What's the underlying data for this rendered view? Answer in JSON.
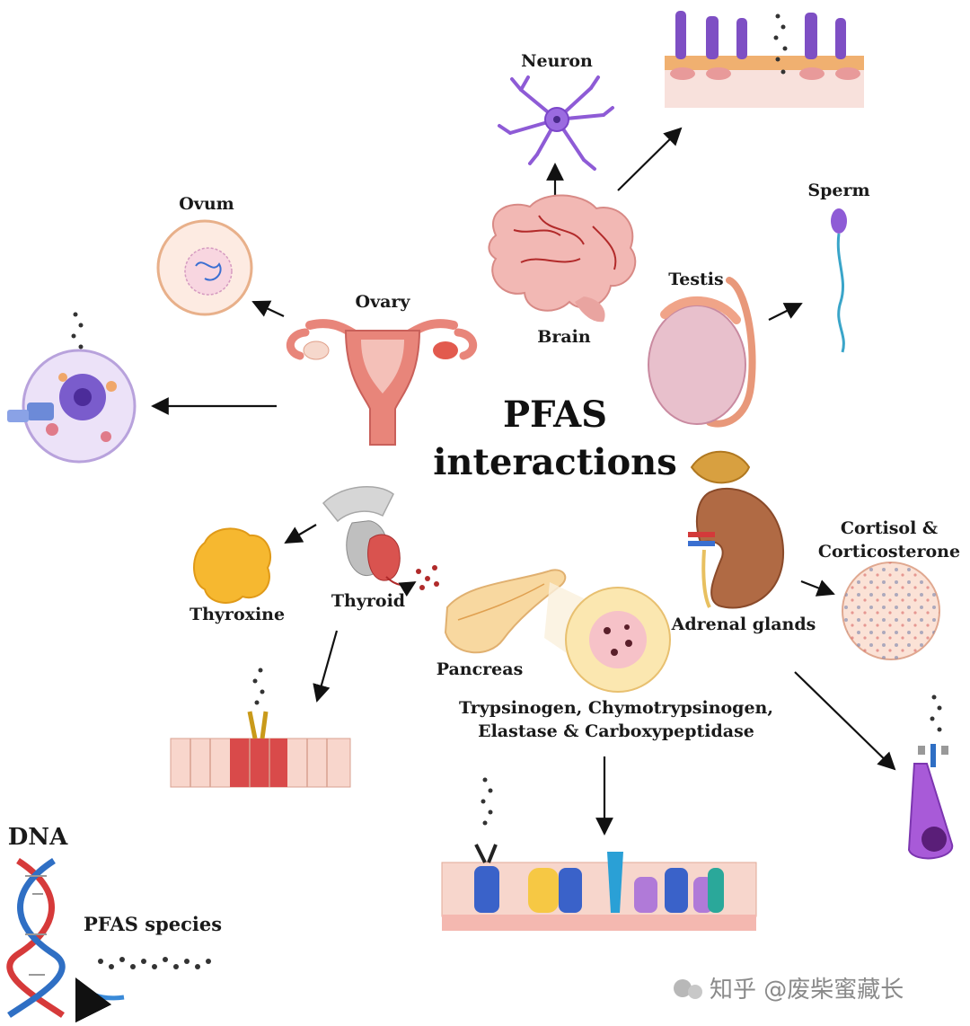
{
  "title": {
    "line1": "PFAS",
    "line2": "interactions"
  },
  "labels": {
    "neuron": "Neuron",
    "brain": "Brain",
    "ovum": "Ovum",
    "ovary": "Ovary",
    "sperm": "Sperm",
    "testis": "Testis",
    "thyroxine": "Thyroxine",
    "thyroid": "Thyroid",
    "cortisol_line1": "Cortisol &",
    "cortisol_line2": "Corticosterone",
    "adrenal": "Adrenal glands",
    "pancreas": "Pancreas",
    "enzymes_line1": "Trypsinogen, Chymotrypsinogen,",
    "enzymes_line2": "Elastase & Carboxypeptidase",
    "dna": "DNA",
    "pfas_species": "PFAS species"
  },
  "watermark": "知乎 @废柴蜜藏长",
  "colors": {
    "uterus": "#e8857a",
    "brain": "#f2b8b4",
    "neuron": "#8e5bd6",
    "kidney": "#b06a44",
    "thyroid": "#d9534f",
    "dna_red": "#d63a3a",
    "dna_blue": "#2f6fc4",
    "arrow": "#111111"
  },
  "icons": [
    "neuron-icon",
    "brain-icon",
    "ovum-icon",
    "uterus-icon",
    "sperm-icon",
    "testis-icon",
    "thyroid-icon",
    "thyroxine-icon",
    "kidney-icon",
    "pancreas-icon",
    "dna-icon",
    "pfas-molecule-icon"
  ]
}
